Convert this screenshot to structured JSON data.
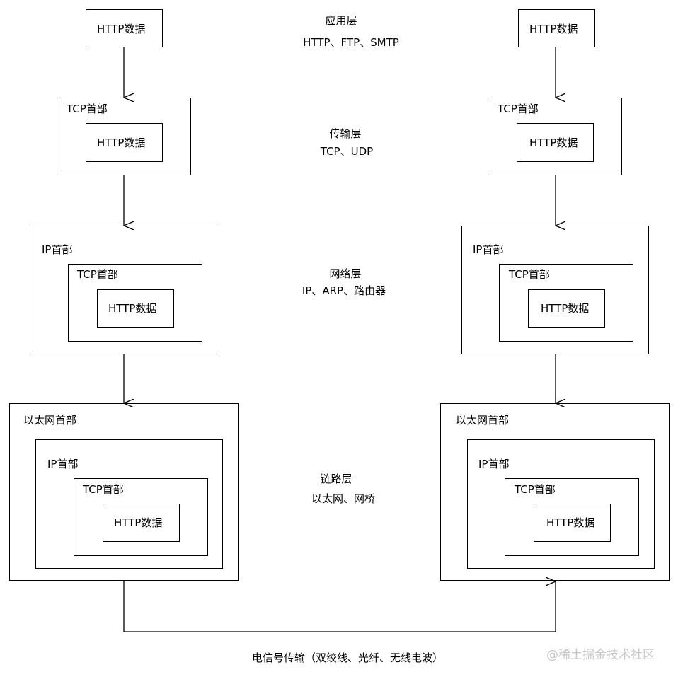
{
  "layers": {
    "app": {
      "name": "应用层",
      "protocols": "HTTP、FTP、SMTP"
    },
    "transport": {
      "name": "传输层",
      "protocols": "TCP、UDP"
    },
    "network": {
      "name": "网络层",
      "protocols": "IP、ARP、路由器"
    },
    "link": {
      "name": "链路层",
      "protocols": "以太网、网桥"
    }
  },
  "labels": {
    "http": "HTTP数据",
    "tcp": "TCP首部",
    "ip": "IP首部",
    "eth": "以太网首部"
  },
  "caption": "电信号传输（双绞线、光纤、无线电波）",
  "watermark": "@稀土掘金技术社区"
}
